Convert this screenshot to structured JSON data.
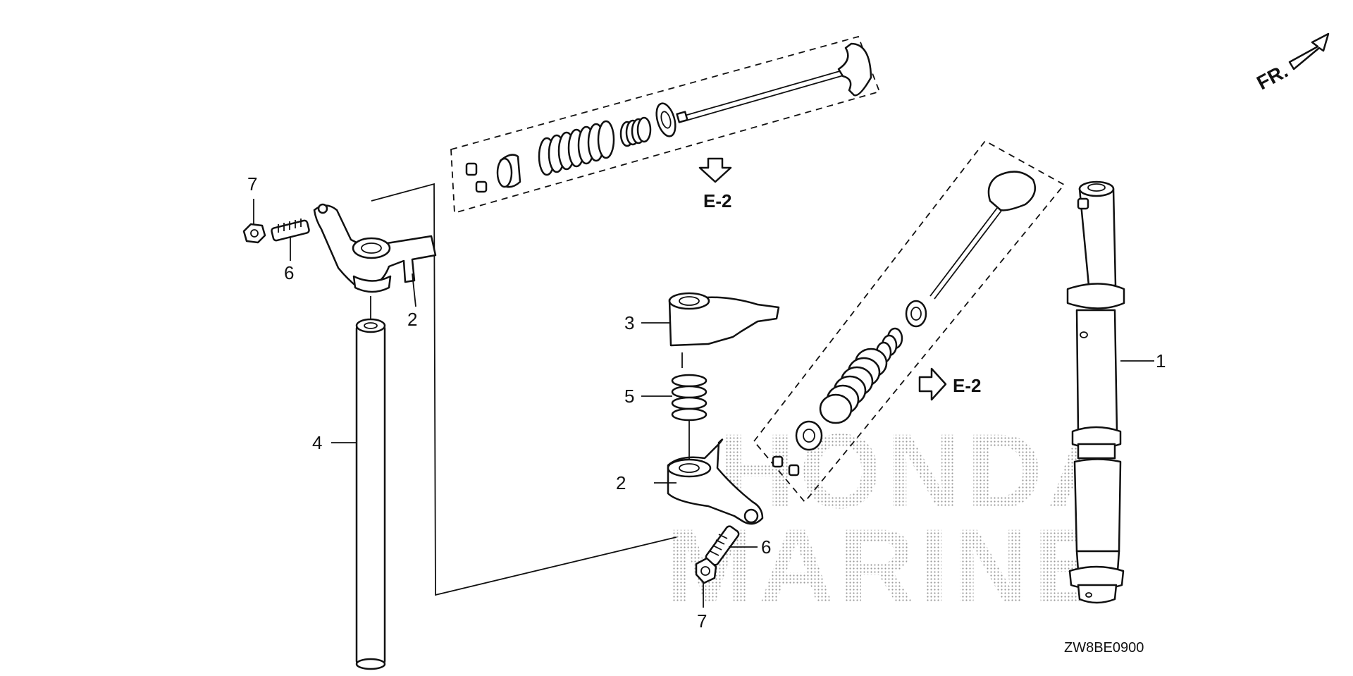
{
  "diagram": {
    "direction_indicator": {
      "label": "FR.",
      "icon": "front-arrow-icon"
    },
    "reference_labels": {
      "upper": "E-2",
      "right": "E-2"
    },
    "callouts": {
      "c1": "1",
      "c2_left": "2",
      "c2_center": "2",
      "c3": "3",
      "c4": "4",
      "c5": "5",
      "c6_left": "6",
      "c6_center": "6",
      "c7_left": "7",
      "c7_center": "7"
    },
    "watermark": {
      "line1": "HONDA",
      "line2": "MARINE"
    },
    "diagram_code": "ZW8BE0900"
  }
}
